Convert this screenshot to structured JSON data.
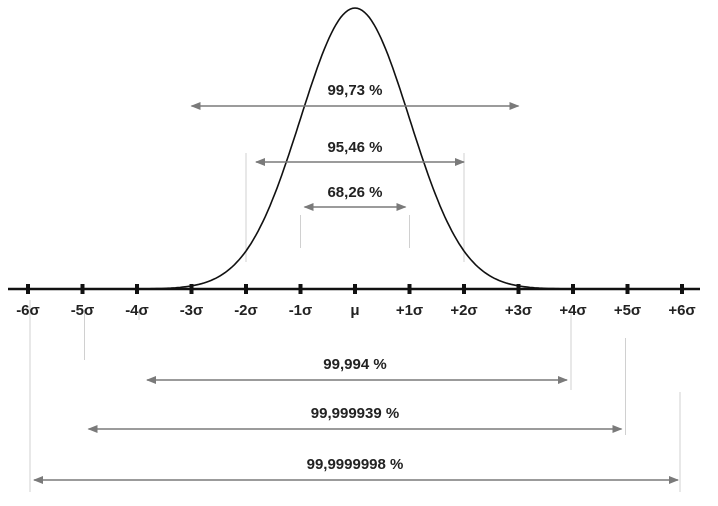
{
  "diagram": {
    "tick_labels": [
      "-6σ",
      "-5σ",
      "-4σ",
      "-3σ",
      "-2σ",
      "-1σ",
      "μ",
      "+1σ",
      "+2σ",
      "+3σ",
      "+4σ",
      "+5σ",
      "+6σ"
    ],
    "intervals_above": [
      {
        "sigma": 3,
        "label": "99,73 %"
      },
      {
        "sigma": 2,
        "label": "95,46 %"
      },
      {
        "sigma": 1,
        "label": "68,26 %"
      }
    ],
    "intervals_below": [
      {
        "sigma": 4,
        "label": "99,994 %"
      },
      {
        "sigma": 5,
        "label": "99,999939 %"
      },
      {
        "sigma": 6,
        "label": "99,9999998 %"
      }
    ],
    "colors": {
      "curve": "#111111",
      "axis": "#111111",
      "arrow": "#7a7a7a",
      "guide": "#d0d0d0",
      "text": "#222222"
    }
  }
}
